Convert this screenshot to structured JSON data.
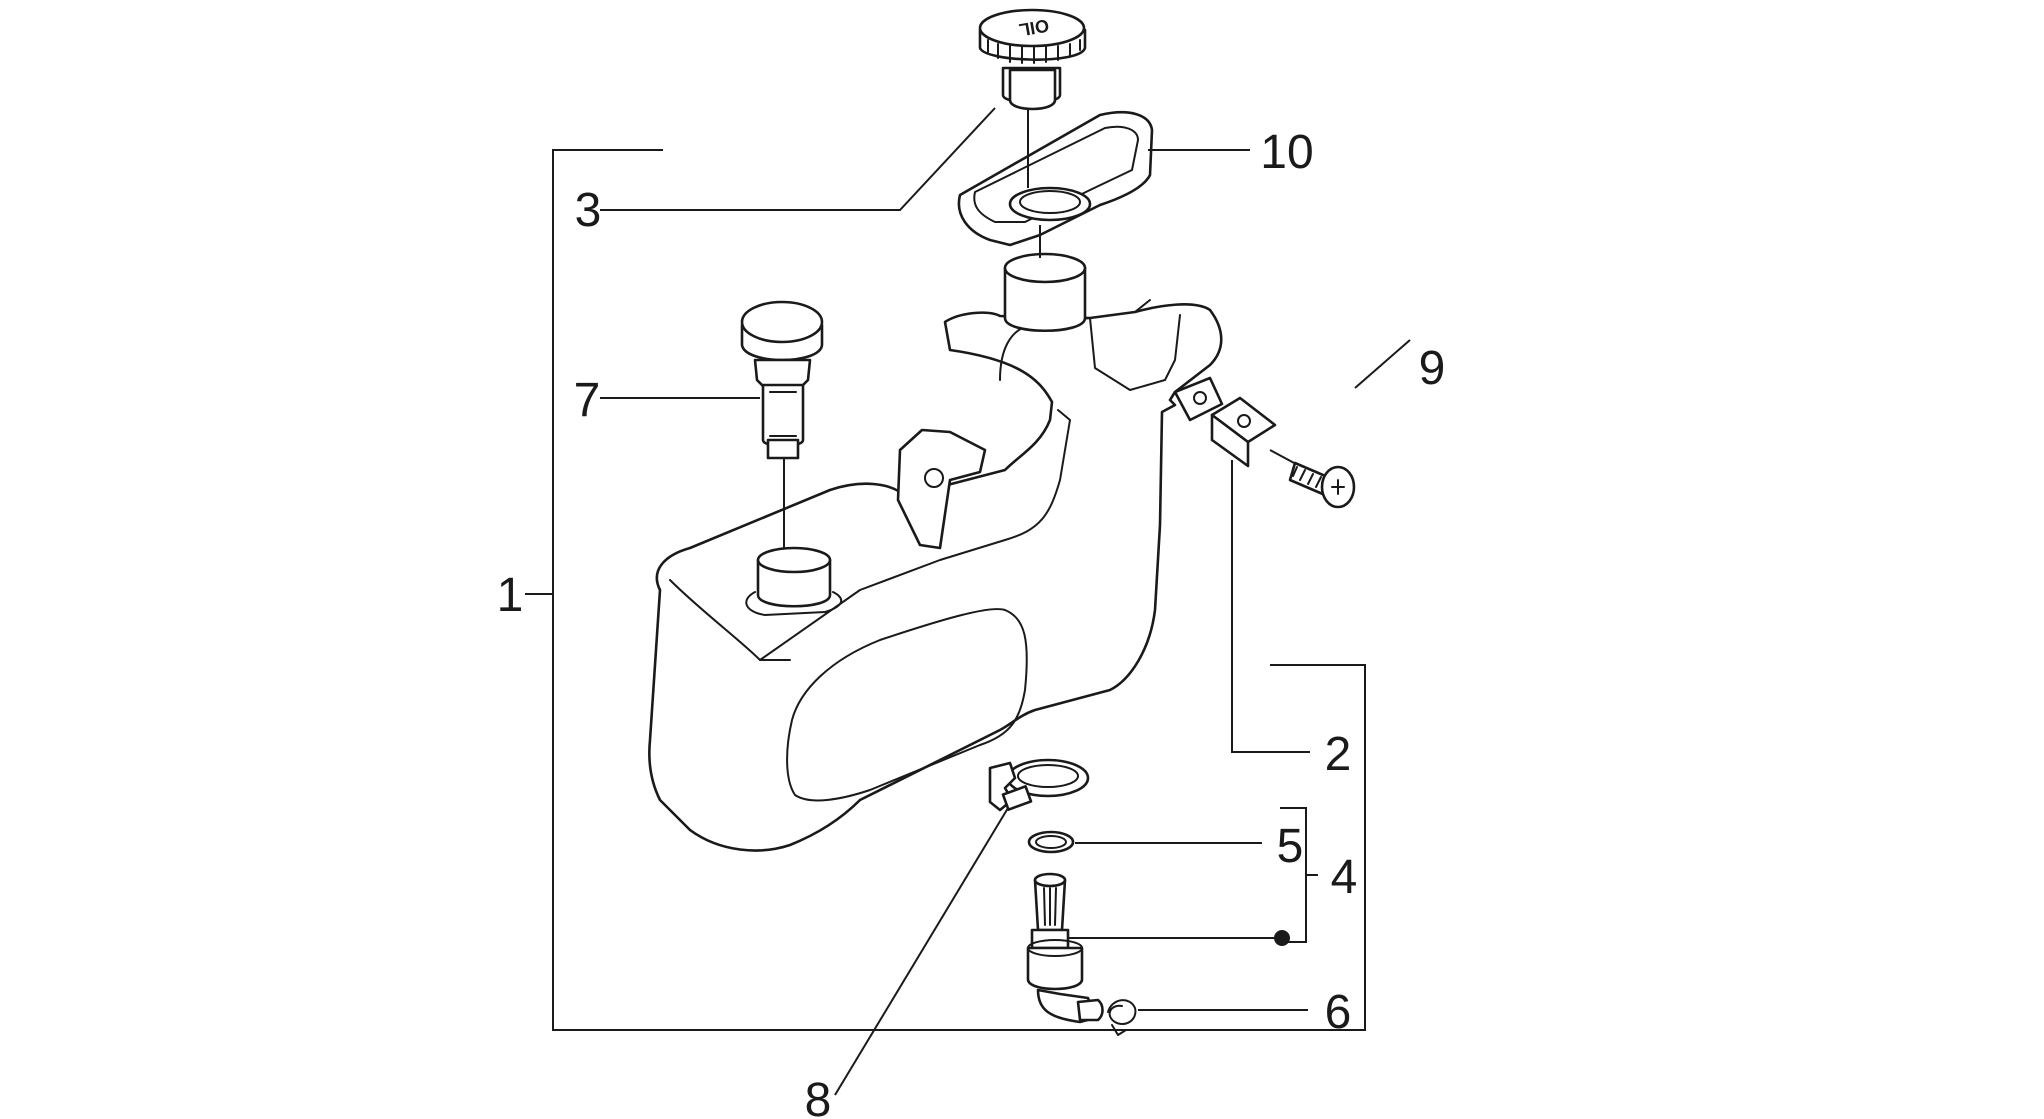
{
  "diagram": {
    "callouts": {
      "c1": "1",
      "c2": "2",
      "c3": "3",
      "c4": "4",
      "c5": "5",
      "c6": "6",
      "c7": "7",
      "c8": "8",
      "c9": "9",
      "c10": "10"
    },
    "cap_marking": "OIL",
    "colors": {
      "line": "#1a1a1a",
      "background": "#ffffff"
    }
  }
}
